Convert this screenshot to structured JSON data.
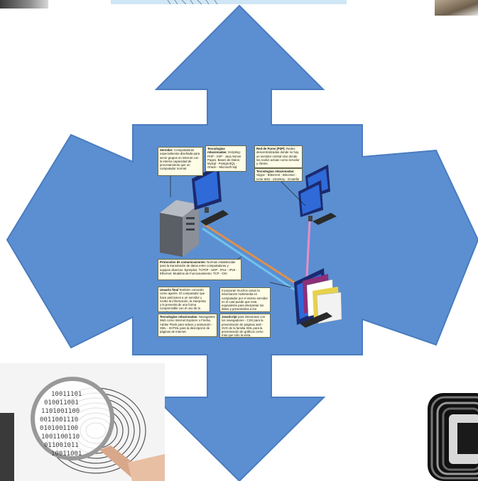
{
  "colors": {
    "arrow_fill": "#5b8fd1",
    "arrow_stroke": "#4a7cbf",
    "note_bg": "#fffde6",
    "line_orange": "#e0904a",
    "line_blue": "#6fc3f0",
    "line_pink": "#e88fc6"
  },
  "icons": [
    "server-icon",
    "computer-monitor-icon",
    "keyboard-icon",
    "fingerprint-magnifier-image",
    "hardware-chip-image"
  ],
  "notes": {
    "servidor": {
      "title": "Servidor:",
      "body": "Computadoras especialmente diseñada para servir grupos en internet con la interna capacidad de procesamiento que un computador normal."
    },
    "tecnologias": {
      "title": "Tecnologías relacionadas:",
      "body": "Scripting: PHP - ASP - Java Server Pages. Bases de Datos: MySql - PostgreSQL - Oracle - Microsoft Sql."
    },
    "p2p": {
      "title": "Red de Pares (P2P):",
      "body": "Redes descentralizadas donde no hay un servidor central sino donde los nodos actúan como servidor y cliente."
    },
    "p2p_tech": {
      "title": "Tecnologías relacionadas:",
      "body": "Skype - Bittorrent - Bitcomet - Lime Wire - eDonkey - Gnutella"
    },
    "protocolos": {
      "title": "Protocolos de comunicaciones:",
      "body": "Normas establecidas para la transmisión de datos entre computadoras y equipos diversos. Ejemplos: TCP/IP - UDP - IPv4 - IPv6 - Ethernet. Modelos de Funcionamiento: TCP - OSI"
    },
    "usuario": {
      "title": "Usuario final",
      "body": "También conocido como agente. El computador que hace peticiones a un servidor y recibe la información, la interpreta y la presenta de una forma comprensible con el uso de la Familia de Protocolos de Internet."
    },
    "multimedia": {
      "title": "",
      "body": "Incorporan muchos casos la información multimedia en computador por el mismo servidor en el cual puede que esta equivalente para interpretar los datos y presentarlos a los usuarios como imágenes, audio, video o texto."
    },
    "navegadores": {
      "title": "Tecnologías relacionadas:",
      "body": "Navegantes Web como Internet Explorer o Firefox. Adobe Flash para videos y animación - XML - XHTML para la descripción de páginas de internet."
    },
    "javascript": {
      "title": "JavaScript",
      "body": "para interactuar con los navegadores - CSS para la presentación de páginas web - SVG de la familia XML para la presentación de gráficos como más que sólo la vista."
    }
  }
}
